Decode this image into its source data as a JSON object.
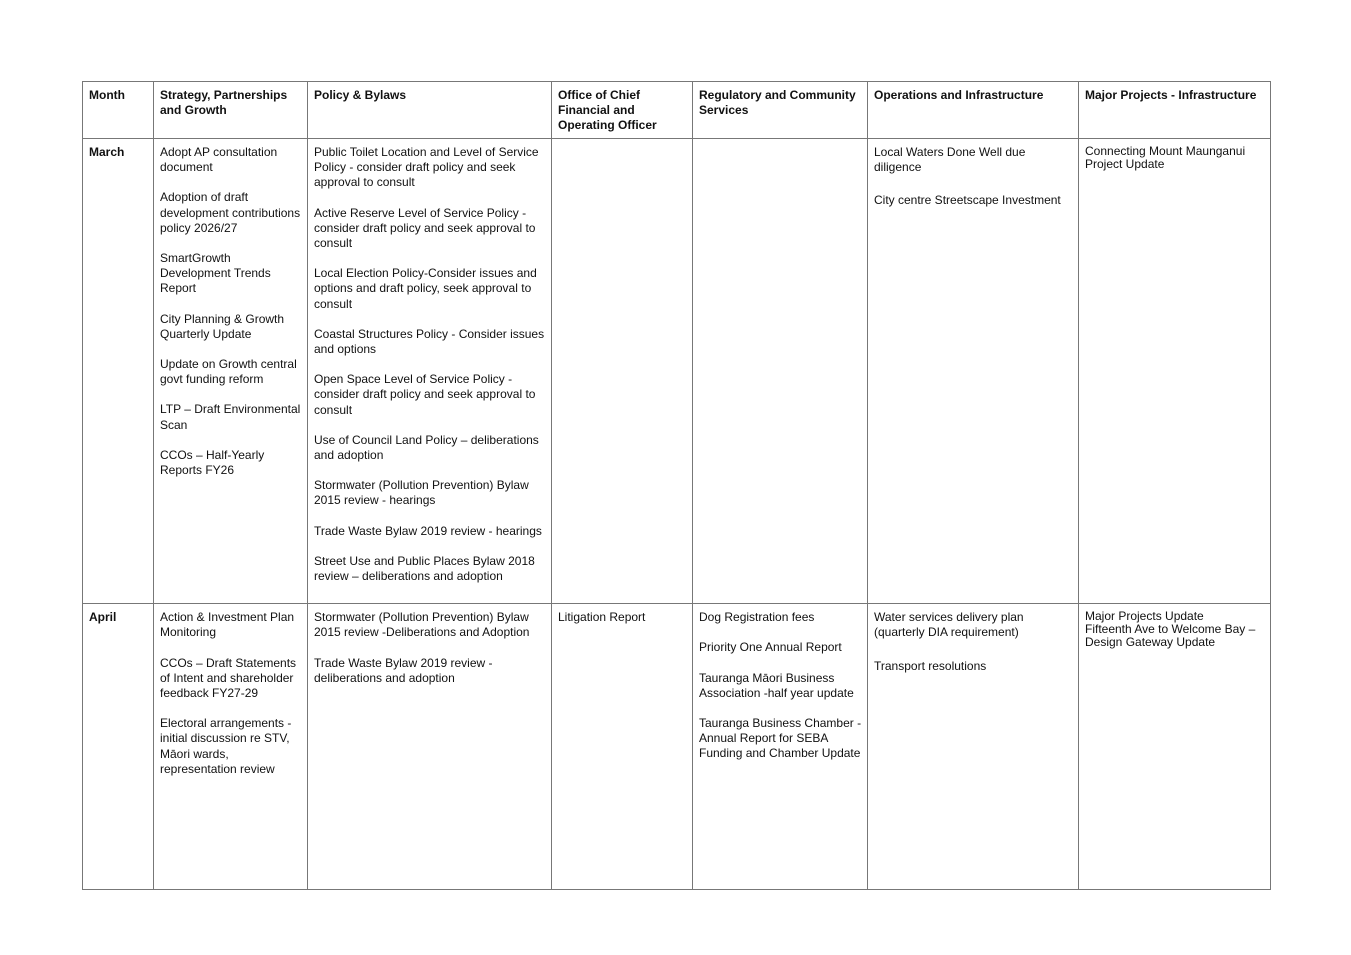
{
  "headers": [
    "Month",
    "Strategy, Partnerships and Growth",
    "Policy & Bylaws",
    "Office of Chief Financial and Operating Officer",
    "Regulatory and Community Services",
    "Operations and Infrastructure",
    "Major Projects - Infrastructure"
  ],
  "rows": [
    {
      "month": "March",
      "strategy": [
        "Adopt AP consultation document",
        "Adoption of draft development contributions policy 2026/27",
        "SmartGrowth Development Trends Report",
        "City Planning & Growth Quarterly Update",
        "Update on Growth central govt funding reform",
        "LTP – Draft Environmental Scan",
        "CCOs – Half-Yearly Reports FY26"
      ],
      "policy": [
        "Public Toilet Location and Level of Service Policy - consider draft policy and seek approval to consult",
        "Active Reserve Level of Service Policy - consider draft policy and seek approval to consult",
        "Local Election Policy-Consider issues and options and draft policy, seek approval to consult",
        "Coastal Structures Policy - Consider issues and options",
        "Open Space Level of Service Policy - consider draft policy and seek approval to consult",
        "Use of Council Land Policy – deliberations and adoption",
        "Stormwater (Pollution Prevention) Bylaw 2015 review - hearings",
        "Trade Waste Bylaw 2019 review - hearings",
        "Street Use and Public Places Bylaw 2018 review – deliberations and adoption"
      ],
      "cfo": [],
      "regulatory": [],
      "operations": [
        "Local Waters Done Well due diligence",
        "City centre Streetscape Investment"
      ],
      "major": [
        "Connecting Mount Maunganui Project Update"
      ]
    },
    {
      "month": "April",
      "strategy": [
        "Action & Investment Plan Monitoring",
        "CCOs – Draft Statements of Intent and shareholder feedback FY27-29",
        "Electoral arrangements - initial discussion re STV, Māori wards, representation review"
      ],
      "policy": [
        "Stormwater (Pollution Prevention) Bylaw 2015 review -Deliberations and Adoption",
        "Trade Waste Bylaw 2019 review - deliberations and adoption"
      ],
      "cfo": [
        "Litigation Report"
      ],
      "regulatory": [
        "Dog Registration fees",
        "Priority One Annual Report",
        "Tauranga Māori Business Association -half year update",
        "Tauranga Business Chamber - Annual Report for SEBA Funding and Chamber Update"
      ],
      "operations": [
        "Water services delivery plan (quarterly DIA requirement)",
        "Transport resolutions"
      ],
      "major": [
        "Major Projects Update",
        "Fifteenth Ave to Welcome Bay – Design Gateway Update"
      ]
    }
  ]
}
